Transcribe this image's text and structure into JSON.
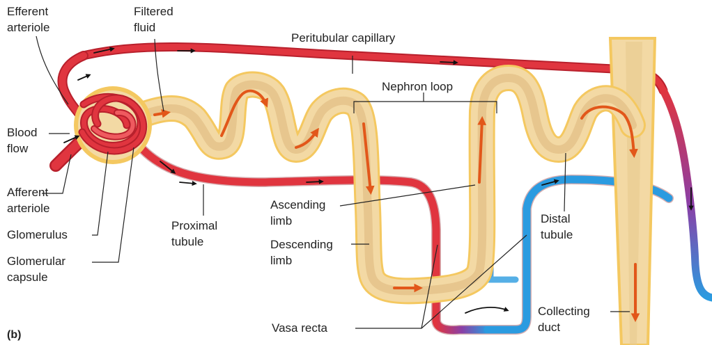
{
  "panel_label": "(b)",
  "labels": {
    "efferent_arteriole": [
      "Efferent",
      "arteriole"
    ],
    "filtered_fluid": [
      "Filtered",
      "fluid"
    ],
    "peritubular_capillary": "Peritubular capillary",
    "nephron_loop": "Nephron loop",
    "blood_flow": [
      "Blood",
      "flow"
    ],
    "afferent_arteriole": [
      "Afferent",
      "arteriole"
    ],
    "glomerulus": "Glomerulus",
    "glomerular_capsule": [
      "Glomerular",
      "capsule"
    ],
    "proximal_tubule": [
      "Proximal",
      "tubule"
    ],
    "ascending_limb": [
      "Ascending",
      "limb"
    ],
    "descending_limb": [
      "Descending",
      "limb"
    ],
    "distal_tubule": [
      "Distal",
      "tubule"
    ],
    "collecting_duct": [
      "Collecting",
      "duct"
    ],
    "vasa_recta": "Vasa recta"
  },
  "colors": {
    "artery_red": "#e0353f",
    "artery_dark": "#b8202c",
    "vein_blue": "#2b9be0",
    "vein_dark": "#1d6fb0",
    "transition_purple": "#8a3fa6",
    "tubule_fill": "#f3d9a4",
    "tubule_edge": "#f4c860",
    "tubule_inner": "#dcb67c",
    "flow_arrow": "#e2571a"
  }
}
